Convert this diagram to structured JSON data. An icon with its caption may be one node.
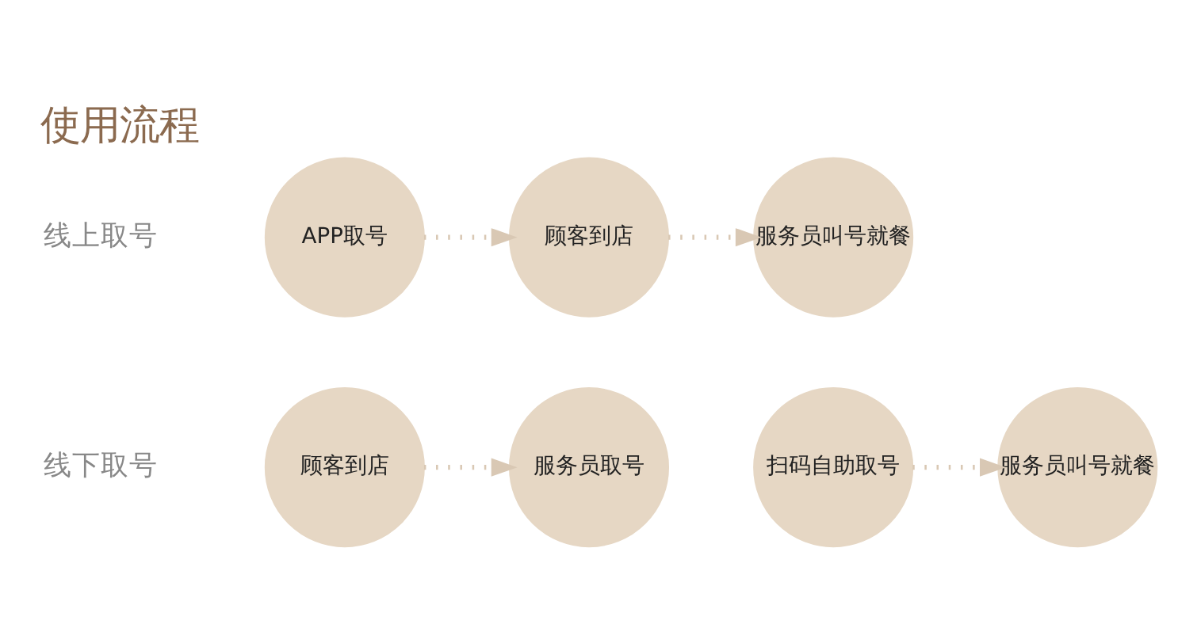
{
  "diagram": {
    "title": "使用流程",
    "nodes": [
      {
        "text": [
          "顾客到店"
        ]
      },
      {
        "text": [
          "服务员取号"
        ]
      },
      {
        "text": [
          "扫码自助取号"
        ]
      },
      {
        "text": [
          "服务员叫号就餐"
        ]
      },
      {
        "text": [
          "APP取号"
        ]
      },
      {
        "text": [
          "顾客到店"
        ]
      },
      {
        "text": [
          "服务员叫号就餐"
        ]
      }
    ],
    "edges": [
      {
        "from": 0,
        "to": 1,
        "arrow": "to"
      },
      {
        "from": 2,
        "to": 3,
        "arrow": "to"
      },
      {
        "from": 4,
        "to": 5,
        "arrow": "to"
      },
      {
        "from": 5,
        "to": 6,
        "arrow": "to"
      }
    ],
    "labels": [
      "线下取号",
      "线上取号"
    ]
  }
}
